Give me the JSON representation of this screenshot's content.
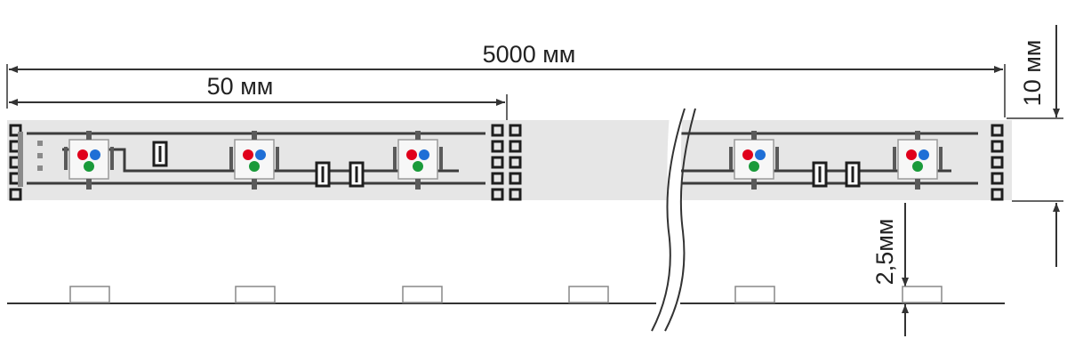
{
  "dimensions": {
    "total_length": "5000 мм",
    "segment_length": "50 мм",
    "strip_width": "10 мм",
    "led_height": "2,5мм"
  },
  "colors": {
    "strip": "#e6e6e6",
    "trace": "#3c3c3c",
    "pad": "#1e1e1e",
    "led_red": "#e0001b",
    "led_green": "#1a9a3a",
    "led_blue": "#1f6fd6",
    "line": "#333333"
  }
}
